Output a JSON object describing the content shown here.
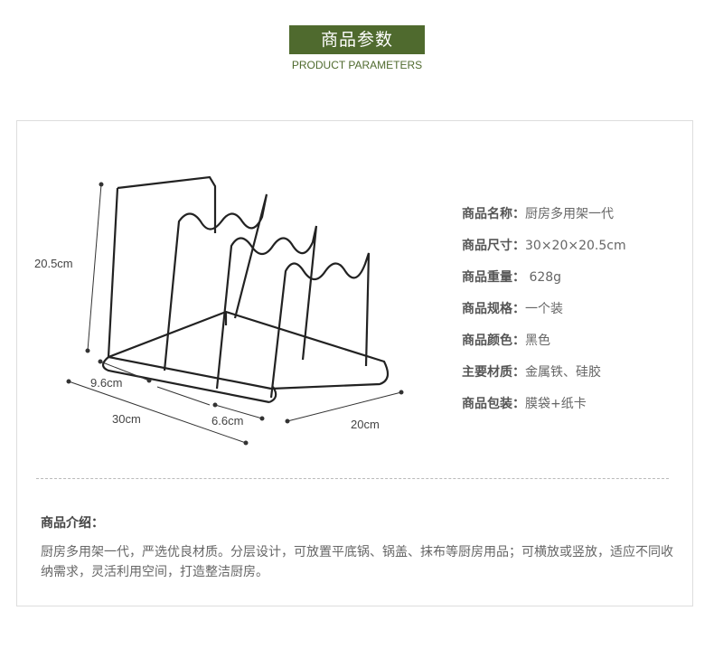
{
  "header": {
    "title": "商品参数",
    "subtitle": "PRODUCT PARAMETERS"
  },
  "dimensions": {
    "height": "20.5cm",
    "gap1": "9.6cm",
    "length": "30cm",
    "gap2": "6.6cm",
    "width": "20cm"
  },
  "specs": [
    {
      "label": "商品名称：",
      "value": "厨房多用架一代"
    },
    {
      "label": "商品尺寸：",
      "value": "30×20×20.5cm"
    },
    {
      "label": "商品重量：",
      "value": " 628g"
    },
    {
      "label": "商品规格：",
      "value": "一个装"
    },
    {
      "label": "商品颜色：",
      "value": "黑色"
    },
    {
      "label": "主要材质：",
      "value": "金属铁、硅胶"
    },
    {
      "label": "商品包装：",
      "value": "膜袋+纸卡"
    }
  ],
  "intro": {
    "title": "商品介绍：",
    "text": "厨房多用架一代，严选优良材质。分层设计，可放置平底锅、锅盖、抹布等厨房用品；可横放或竖放，适应不同收纳需求，灵活利用空间，打造整洁厨房。"
  }
}
